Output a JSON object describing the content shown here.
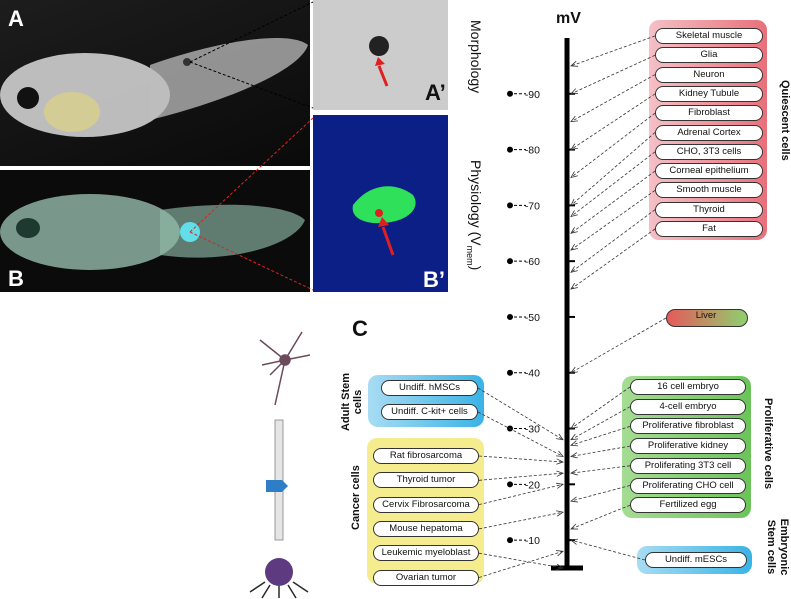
{
  "panels": {
    "a_label": "A",
    "a_prime_label": "A’",
    "b_label": "B",
    "b_prime_label": "B’",
    "c_label": "C",
    "morphology": "Morphology",
    "physiology": "Physiology (V",
    "physiology_sub": "mem",
    "physiology_end": ")"
  },
  "axis": {
    "unit": "mV",
    "ticks": [
      {
        "label": "-90",
        "value": -90
      },
      {
        "label": "-80",
        "value": -80
      },
      {
        "label": "-70",
        "value": -70
      },
      {
        "label": "-60",
        "value": -60
      },
      {
        "label": "-50",
        "value": -50
      },
      {
        "label": "-40",
        "value": -40
      },
      {
        "label": "-30",
        "value": -30
      },
      {
        "label": "-20",
        "value": -20
      },
      {
        "label": "-10",
        "value": -10
      }
    ],
    "range": [
      -100,
      -5
    ]
  },
  "groups": {
    "quiescent": {
      "title": "Quiescent cells",
      "color": "#e8707a",
      "cells": [
        "Skeletal muscle",
        "Glia",
        "Neuron",
        "Kidney Tubule",
        "Fibroblast",
        "Adrenal Cortex",
        "CHO, 3T3 cells",
        "Corneal epithelium",
        "Smooth muscle",
        "Thyroid",
        "Fat"
      ],
      "vmem": [
        -95,
        -90,
        -85,
        -80,
        -75,
        -70,
        -68,
        -65,
        -62,
        -58,
        -55
      ]
    },
    "liver": {
      "cells": [
        "Liver"
      ],
      "vmem": [
        -40
      ],
      "gradient": [
        "#e55a5a",
        "#8fcf6e"
      ]
    },
    "adult_stem": {
      "title": "Adult Stem cells",
      "color": "#39b3e6",
      "cells": [
        "Undiff. hMSCs",
        "Undiff. C-kit+ cells"
      ],
      "vmem": [
        -28,
        -25
      ]
    },
    "cancer": {
      "title": "Cancer cells",
      "color": "#f5ec8e",
      "cells": [
        "Rat fibrosarcoma",
        "Thyroid tumor",
        "Cervix Fibrosarcoma",
        "Mouse hepatoma",
        "Leukemic myeloblast",
        "Ovarian tumor"
      ],
      "vmem": [
        -24,
        -22,
        -20,
        -15,
        -5,
        -8
      ]
    },
    "proliferative": {
      "title": "Proliferative cells",
      "color": "#6cc35a",
      "cells": [
        "16 cell embryo",
        "4-cell embryo",
        "Proliferative fibroblast",
        "Proliferative kidney",
        "Proliferating 3T3 cell",
        "Proliferating CHO cell",
        "Fertilized egg"
      ],
      "vmem": [
        -30,
        -28,
        -27,
        -25,
        -22,
        -17,
        -12
      ]
    },
    "embryonic_stem": {
      "title": "Embryonic Stem cells",
      "color": "#39b3e6",
      "cells": [
        "Undiff. mESCs"
      ],
      "vmem": [
        -10
      ]
    }
  },
  "colors": {
    "axis": "#000000",
    "arrow_red": "#e02020"
  }
}
